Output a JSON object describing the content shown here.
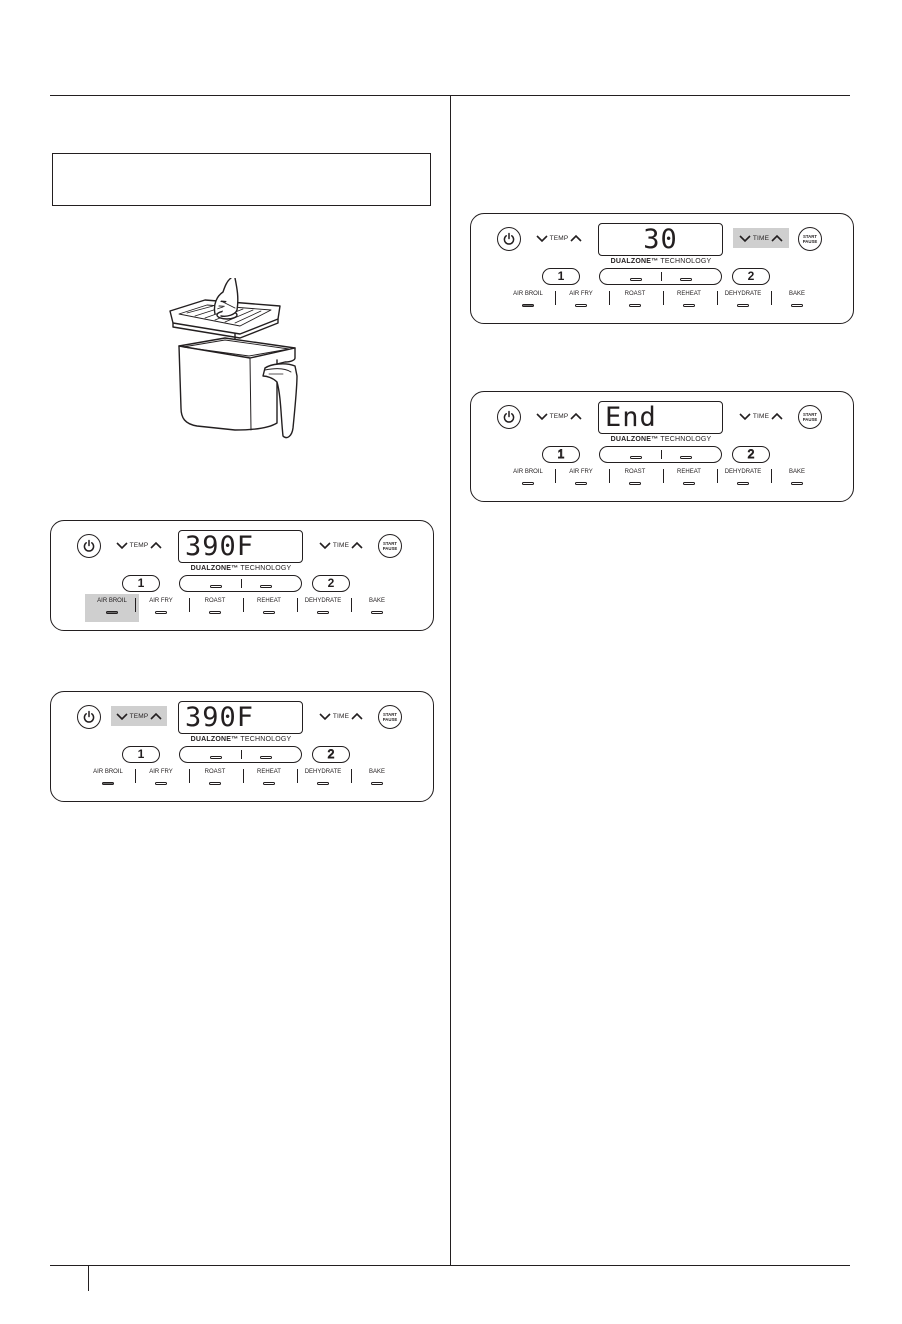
{
  "panel_labels": {
    "temp": "TEMP",
    "time": "TIME",
    "start_line1": "START",
    "start_line2": "PAUSE",
    "tech_bold": "DUALZONE™",
    "tech_rest": " TECHNOLOGY",
    "zone_1": "1",
    "zone_2": "2",
    "functions": [
      "AIR BROIL",
      "AIR FRY",
      "ROAST",
      "REHEAT",
      "DEHYDRATE",
      "BAKE"
    ]
  },
  "panels": [
    {
      "display": "390F",
      "highlight": "air-broil"
    },
    {
      "display": "390F",
      "highlight": "temp"
    },
    {
      "display": "30",
      "highlight": "time"
    },
    {
      "display": "End",
      "highlight": "none"
    }
  ],
  "icons": {
    "power": "power-icon",
    "down": "chevron-down-icon",
    "up": "chevron-up-icon",
    "illustration": "air-fryer-basket-with-crisper-plate-illustration"
  }
}
